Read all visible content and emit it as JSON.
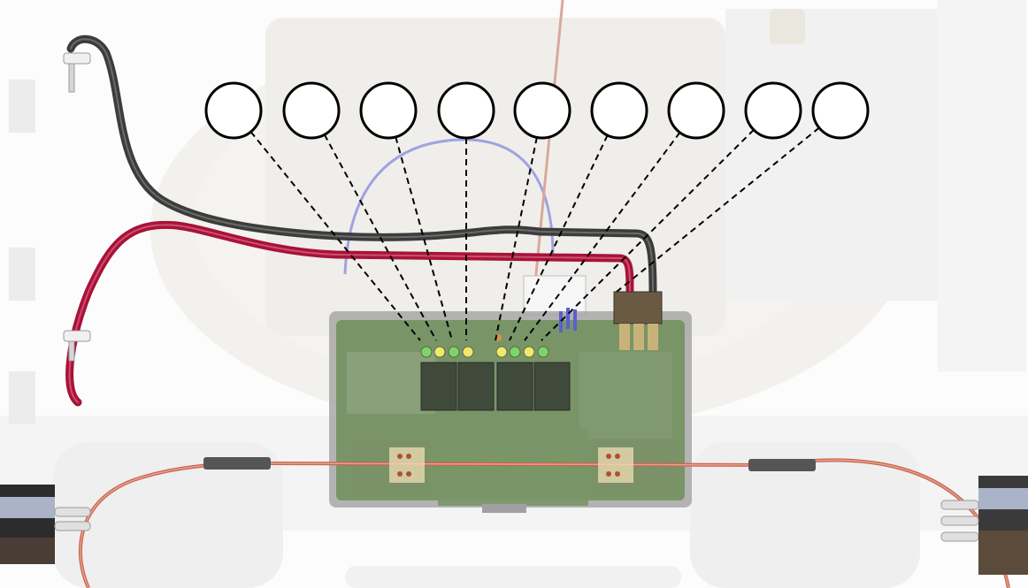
{
  "diagram": {
    "callouts": [
      {
        "id": "callout-1",
        "label": ""
      },
      {
        "id": "callout-2",
        "label": ""
      },
      {
        "id": "callout-3",
        "label": ""
      },
      {
        "id": "callout-4",
        "label": ""
      },
      {
        "id": "callout-5",
        "label": ""
      },
      {
        "id": "callout-6",
        "label": ""
      },
      {
        "id": "callout-7",
        "label": ""
      },
      {
        "id": "callout-8",
        "label": ""
      },
      {
        "id": "callout-9",
        "label": ""
      }
    ],
    "led_colors": [
      "green",
      "yellow",
      "green",
      "yellow",
      "yellow",
      "green",
      "yellow",
      "green"
    ],
    "colors": {
      "background": "#ffffff",
      "ghost_housing": "#d8d8d8",
      "pcb": "#6e8f5a",
      "pcb_frame": "#8a8a8a",
      "wire_black": "#4a4a4a",
      "wire_red": "#b0183a",
      "wire_blue": "#8a90e0",
      "wire_copper": "#c9644f",
      "leader_line": "#000000",
      "led_green": "#7ed36a",
      "led_yellow": "#f1e76a"
    }
  }
}
